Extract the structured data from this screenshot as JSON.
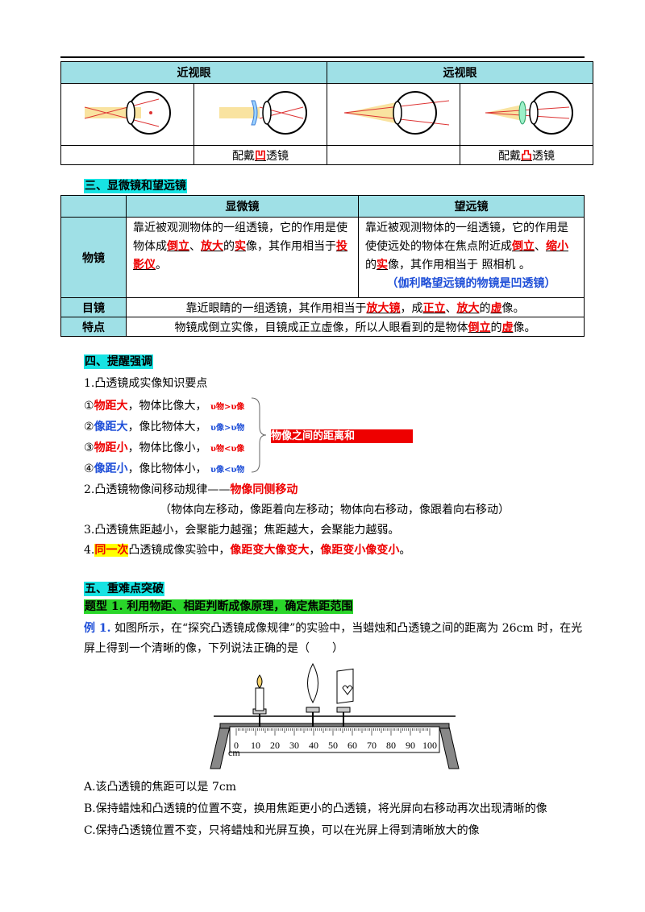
{
  "eye_table": {
    "myopia_header": "近视眼",
    "hyperopia_header": "远视眼",
    "wear_prefix": "配戴",
    "wear_suffix": "透镜",
    "myopia_lens": "凹",
    "hyperopia_lens": "凸"
  },
  "section3": {
    "title": "三、显微镜和望远镜",
    "col_microscope": "显微镜",
    "col_telescope": "望远镜",
    "row_objective": "物镜",
    "row_eyepiece": "目镜",
    "row_feature": "特点",
    "micro_obj_1": "靠近被观测物体的一组透镜，它的作用是使物体成",
    "micro_obj_b1": "倒立",
    "micro_obj_sep1": "、",
    "micro_obj_b2": "放大",
    "micro_obj_2": "的",
    "micro_obj_b3": "实",
    "micro_obj_3": "像，其作用相当于",
    "micro_obj_b4": "投影仪",
    "micro_obj_end": "。",
    "tele_obj_1": "靠近被观测物体的一组透镜，它的作用是使使远处的物体在焦点附近成",
    "tele_obj_b1": "倒立",
    "tele_obj_sep1": "、",
    "tele_obj_b2": "缩小",
    "tele_obj_2": "的",
    "tele_obj_b3": "实",
    "tele_obj_3": "像，其作用相当于 照相机 。",
    "tele_note": "（伽利略望远镜的物镜是凹透镜）",
    "eye_1": "靠近眼睛的一组透镜，其作用相当于",
    "eye_b1": "放大镜",
    "eye_2": "，成",
    "eye_b2": "正立",
    "eye_sep": "、",
    "eye_b3": "放大",
    "eye_3": "的",
    "eye_b4": "虚",
    "eye_4": "像。",
    "feat_1": "物镜成倒立实像，目镜成正立虚像，所以人眼看到的是物体",
    "feat_b1": "倒立",
    "feat_2": "的",
    "feat_b2": "虚",
    "feat_3": "像。"
  },
  "section4": {
    "title": "四、提醒强调",
    "item1": "1.凸透镜成实像知识要点",
    "rules": [
      {
        "num": "①",
        "key": "物距大",
        "text": "，物体比像大，",
        "rel": "υ物>υ像",
        "color": "red"
      },
      {
        "num": "②",
        "key": "像距大",
        "text": "，像比物体大，",
        "rel": "υ像>υ物",
        "color": "blue"
      },
      {
        "num": "③",
        "key": "物距小",
        "text": "，物体比像小，",
        "rel": "υ物<υ像",
        "color": "red"
      },
      {
        "num": "④",
        "key": "像距小",
        "text": "，像比物体小，",
        "rel": "υ像<υ物",
        "color": "blue"
      }
    ],
    "bracket_note": "物像之间的距离和",
    "item2_prefix": "2.凸透镜物像间移动规律——",
    "item2_key": "物像同侧移动",
    "item2_note": "（物体向左移动，像距着向左移动；物体向右移动，像跟着向右移动）",
    "item3": "3.凸透镜焦距越小，会聚能力越强；焦距越大，会聚能力越弱。",
    "item4_num": "4.",
    "item4_key": "同一次",
    "item4_mid": "凸透镜成像实验中，",
    "item4_b1": "像距变大像变大",
    "item4_sep": "，",
    "item4_b2": "像距变小像变小",
    "item4_end": "。"
  },
  "section5": {
    "title": "五、重难点突破",
    "type1": "题型 1. 利用物距、相距判断成像原理，确定焦距范围",
    "example_label": "例 1.",
    "example_text1": "如图所示，在“探究凸透镜成像规律”的实验中，当蜡烛和凸透镜之间的距离为 26cm 时，在光",
    "example_text2": "屏上得到一个清晰的像，下列说法正确的是（　　）",
    "ruler_ticks": [
      "0",
      "10",
      "20",
      "30",
      "40",
      "50",
      "60",
      "70",
      "80",
      "90",
      "100"
    ],
    "ruler_unit": "cm",
    "options": [
      "A.该凸透镜的焦距可以是 7cm",
      "B.保持蜡烛和凸透镜的位置不变，换用焦距更小的凸透镜，将光屏向右移动再次出现清晰的像",
      "C.保持凸透镜位置不变，只将蜡烛和光屏互换，可以在光屏上得到清晰放大的像"
    ]
  }
}
